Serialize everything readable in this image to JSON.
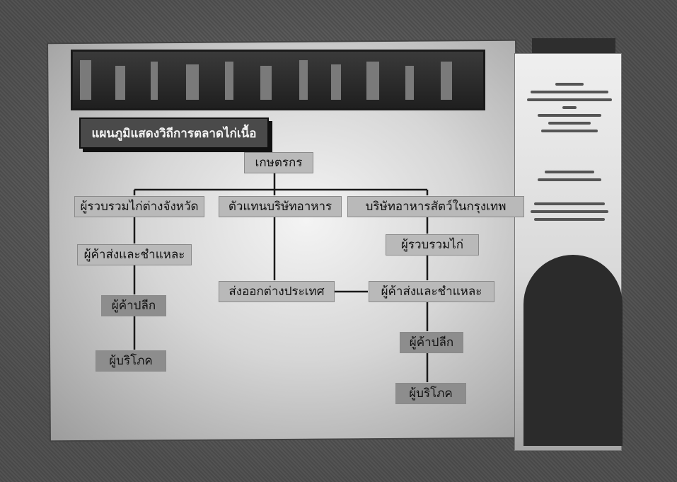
{
  "diagram": {
    "title": "แผนภูมิแสดงวิถีการตลาดไก่เนื้อ",
    "root": "เกษตรกร",
    "col1": [
      "ผู้รวบรวมไก่ต่างจังหวัด",
      "ผู้ค้าส่งและชำแหละ",
      "ผู้ค้าปลีก",
      "ผู้บริโภค"
    ],
    "col2": [
      "ตัวแทนบริษัทอาหาร",
      "ส่งออกต่างประเทศ"
    ],
    "col3": [
      "บริษัทอาหารสัตว์ในกรุงเทพ",
      "ผู้รวบรวมไก่",
      "ผู้ค้าส่งและชำแหละ",
      "ผู้ค้าปลีก",
      "ผู้บริโภค"
    ]
  }
}
